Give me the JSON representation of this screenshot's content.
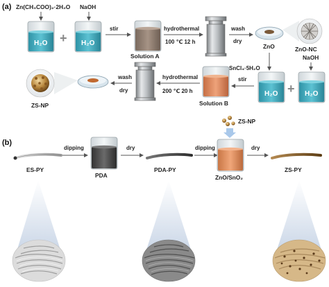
{
  "panel_a": {
    "label": "(a)",
    "reagents": {
      "zinc_acetate": "Zn(CH₃COO)₂·2H₂O",
      "naoh": "NaOH",
      "sncl4": "SnCl₄·5H₂O"
    },
    "water": "H₂O",
    "steps": {
      "stir": "stir",
      "hydrothermal_1": "hydrothermal",
      "temp_1": "100 ℃  12 h",
      "wash": "wash",
      "dry": "dry",
      "stir_2": "stir",
      "hydrothermal_2": "hydrothermal",
      "temp_2": "200 ℃  20 h",
      "wash_2": "wash",
      "dry_2": "dry"
    },
    "products": {
      "solution_a": "Solution A",
      "zno": "ZnO",
      "zno_nc": "ZnO-NC",
      "solution_b": "Solution B",
      "zs_np": "ZS-NP"
    }
  },
  "panel_b": {
    "label": "(b)",
    "steps": {
      "dipping_1": "dipping",
      "dry_1": "dry",
      "dipping_2": "dipping",
      "dry_2": "dry"
    },
    "items": {
      "es_py": "ES-PY",
      "pda": "PDA",
      "pda_py": "PDA-PY",
      "zno_sno2": "ZnO/SnO₂",
      "zs_np": "ZS-NP",
      "zs_py": "ZS-PY"
    }
  },
  "colors": {
    "water": "#3aa6b9",
    "solution_a": "#8c7a6c",
    "solution_b": "#d9865a",
    "pda": "#4a4a4a",
    "zno_sno2": "#d98a55",
    "arrow": "#555555",
    "spotlight": "#c9d6e8"
  }
}
